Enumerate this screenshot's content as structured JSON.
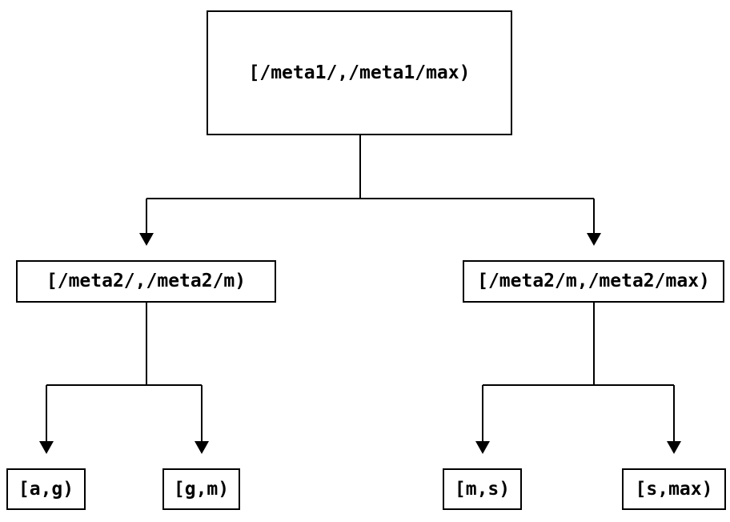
{
  "diagram": {
    "type": "tree",
    "orientation": "top-down",
    "colors": {
      "background": "#ffffff",
      "line": "#000000",
      "box_border": "#000000",
      "box_fill": "#ffffff",
      "text": "#000000"
    },
    "nodes": {
      "root": {
        "id": "root",
        "level": 1,
        "label": "[/meta1/,/meta1/max)"
      },
      "l2_left": {
        "id": "l2_left",
        "level": 2,
        "label": "[/meta2/,/meta2/m)"
      },
      "l2_right": {
        "id": "l2_right",
        "level": 2,
        "label": "[/meta2/m,/meta2/max)"
      },
      "leaf_ag": {
        "id": "leaf_ag",
        "level": 3,
        "label": "[a,g)"
      },
      "leaf_gm": {
        "id": "leaf_gm",
        "level": 3,
        "label": "[g,m)"
      },
      "leaf_ms": {
        "id": "leaf_ms",
        "level": 3,
        "label": "[m,s)"
      },
      "leaf_smax": {
        "id": "leaf_smax",
        "level": 3,
        "label": "[s,max)"
      }
    },
    "edges": [
      {
        "from": "root",
        "to": "l2_left",
        "arrow": "down"
      },
      {
        "from": "root",
        "to": "l2_right",
        "arrow": "down"
      },
      {
        "from": "l2_left",
        "to": "leaf_ag",
        "arrow": "down"
      },
      {
        "from": "l2_left",
        "to": "leaf_gm",
        "arrow": "down"
      },
      {
        "from": "l2_right",
        "to": "leaf_ms",
        "arrow": "down"
      },
      {
        "from": "l2_right",
        "to": "leaf_smax",
        "arrow": "down"
      }
    ]
  }
}
